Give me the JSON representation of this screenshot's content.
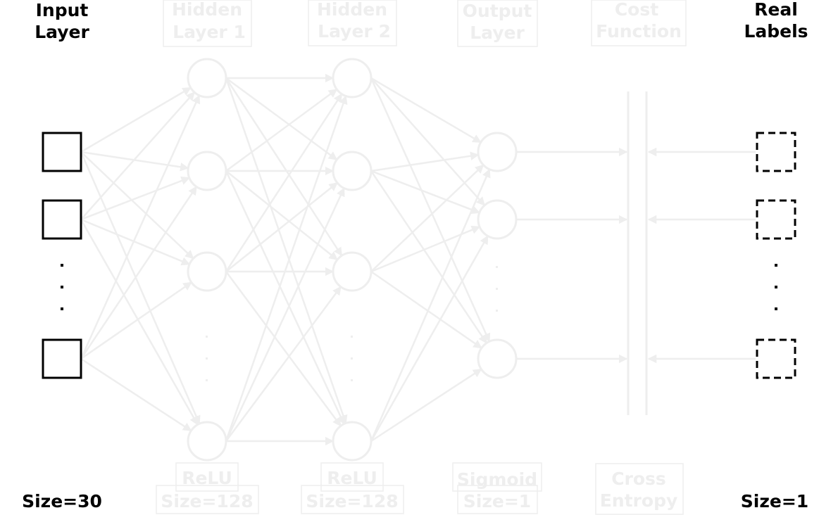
{
  "input_layer": {
    "title_line1": "Input",
    "title_line2": "Layer",
    "size": "Size=30"
  },
  "hidden_layer_1": {
    "title_line1": "Hidden",
    "title_line2": "Layer 1",
    "activation": "ReLU",
    "size": "Size=128"
  },
  "hidden_layer_2": {
    "title_line1": "Hidden",
    "title_line2": "Layer 2",
    "activation": "ReLU",
    "size": "Size=128"
  },
  "output_layer": {
    "title_line1": "Output",
    "title_line2": "Layer",
    "activation": "Sigmoid",
    "size": "Size=1"
  },
  "cost_function": {
    "title_line1": "Cost",
    "title_line2": "Function",
    "name_line1": "Cross",
    "name_line2": "Entropy"
  },
  "real_labels": {
    "title_line1": "Real",
    "title_line2": "Labels",
    "size": "Size=1"
  },
  "colors": {
    "strong": "#000000",
    "faint": "#eeeeee"
  }
}
